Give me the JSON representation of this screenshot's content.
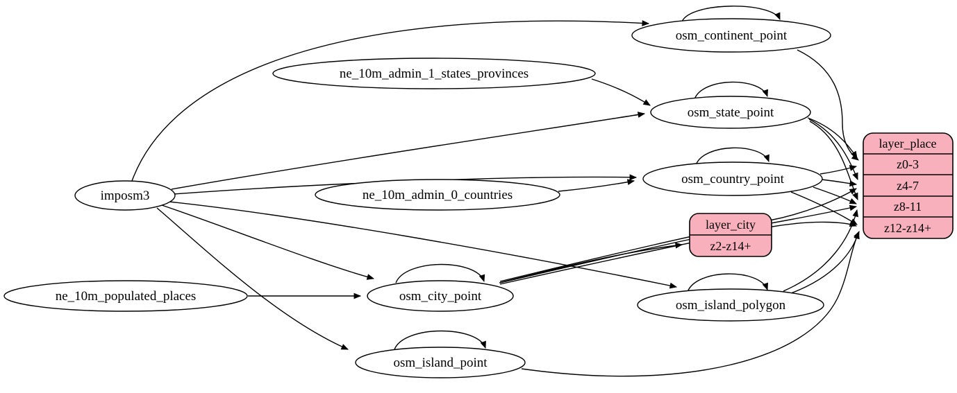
{
  "diagram": {
    "kind": "etl-graph",
    "description": "Data flow from imposm3 and Natural Earth sources into OSM place tables and tile layers"
  },
  "colors": {
    "layer_fill": "#f9b0bd",
    "table_fill": "#ffffff",
    "edge": "#000000",
    "background": "#ffffff"
  },
  "nodes": {
    "imposm3": {
      "label": "imposm3"
    },
    "ne_10m_admin_1_states_provinces": {
      "label": "ne_10m_admin_1_states_provinces"
    },
    "ne_10m_admin_0_countries": {
      "label": "ne_10m_admin_0_countries"
    },
    "ne_10m_populated_places": {
      "label": "ne_10m_populated_places"
    },
    "osm_continent_point": {
      "label": "osm_continent_point"
    },
    "osm_state_point": {
      "label": "osm_state_point"
    },
    "osm_country_point": {
      "label": "osm_country_point"
    },
    "osm_city_point": {
      "label": "osm_city_point"
    },
    "osm_island_polygon": {
      "label": "osm_island_polygon"
    },
    "osm_island_point": {
      "label": "osm_island_point"
    }
  },
  "layers": {
    "layer_place": {
      "title": "layer_place",
      "rows": [
        "z0-3",
        "z4-7",
        "z8-11",
        "z12-z14+"
      ]
    },
    "layer_city": {
      "title": "layer_city",
      "rows": [
        "z2-z14+"
      ]
    }
  },
  "edges": [
    {
      "from": "imposm3",
      "to": "osm_continent_point"
    },
    {
      "from": "imposm3",
      "to": "osm_state_point"
    },
    {
      "from": "imposm3",
      "to": "osm_country_point"
    },
    {
      "from": "imposm3",
      "to": "osm_city_point"
    },
    {
      "from": "imposm3",
      "to": "osm_island_polygon"
    },
    {
      "from": "imposm3",
      "to": "osm_island_point"
    },
    {
      "from": "ne_10m_admin_1_states_provinces",
      "to": "osm_state_point"
    },
    {
      "from": "ne_10m_admin_0_countries",
      "to": "osm_country_point"
    },
    {
      "from": "ne_10m_populated_places",
      "to": "osm_city_point"
    },
    {
      "from": "osm_continent_point",
      "to": "osm_continent_point"
    },
    {
      "from": "osm_state_point",
      "to": "osm_state_point"
    },
    {
      "from": "osm_country_point",
      "to": "osm_country_point"
    },
    {
      "from": "osm_city_point",
      "to": "osm_city_point"
    },
    {
      "from": "osm_island_polygon",
      "to": "osm_island_polygon"
    },
    {
      "from": "osm_island_point",
      "to": "osm_island_point"
    },
    {
      "from": "osm_continent_point",
      "to": "layer_place:z0-3"
    },
    {
      "from": "osm_state_point",
      "to": "layer_place:z0-3"
    },
    {
      "from": "osm_state_point",
      "to": "layer_place:z4-7"
    },
    {
      "from": "osm_state_point",
      "to": "layer_place:z8-11"
    },
    {
      "from": "osm_country_point",
      "to": "layer_place:z0-3"
    },
    {
      "from": "osm_country_point",
      "to": "layer_place:z4-7"
    },
    {
      "from": "osm_country_point",
      "to": "layer_place:z8-11"
    },
    {
      "from": "osm_country_point",
      "to": "layer_place:z12-z14+"
    },
    {
      "from": "osm_city_point",
      "to": "layer_city:z2-z14+"
    },
    {
      "from": "osm_city_point",
      "to": "layer_place:z4-7"
    },
    {
      "from": "osm_city_point",
      "to": "layer_place:z8-11"
    },
    {
      "from": "osm_city_point",
      "to": "layer_place:z12-z14+"
    },
    {
      "from": "osm_island_polygon",
      "to": "layer_place:z8-11"
    },
    {
      "from": "osm_island_polygon",
      "to": "layer_place:z12-z14+"
    },
    {
      "from": "osm_island_point",
      "to": "layer_place:z12-z14+"
    }
  ]
}
